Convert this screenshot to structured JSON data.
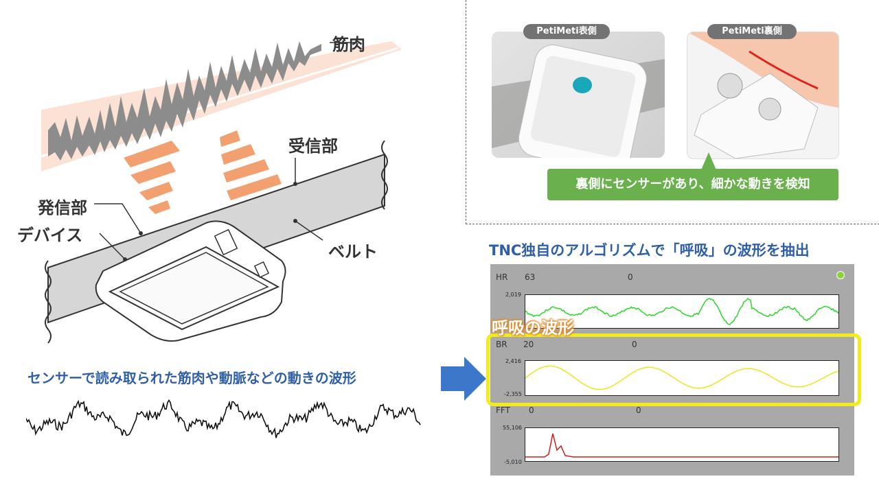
{
  "diagram": {
    "labels": {
      "muscle": "筋肉",
      "receiver": "受信部",
      "transmitter": "発信部",
      "device": "デバイス",
      "belt": "ベルト"
    },
    "waveform_caption": "センサーで読み取られた筋肉や動脈などの動きの波形"
  },
  "photos": {
    "front_label": "PetiMeti表側",
    "back_label": "PetiMeti裏側",
    "callout": "裏側にセンサーがあり、細かな動きを検知"
  },
  "monitor": {
    "title": "TNC独自のアルゴリズムで「呼吸」の波形を抽出",
    "highlight_label": "呼吸の波形",
    "hr": {
      "name": "HR",
      "value": "63",
      "value2": "0",
      "ymax": "2,019",
      "color": "#2bd62b"
    },
    "br": {
      "name": "BR",
      "value": "20",
      "value2": "0",
      "ymax": "2,416",
      "ymin": "-2,355",
      "color": "#e8e81a"
    },
    "fft": {
      "name": "FFT",
      "value": "0",
      "value2": "0",
      "ymax": "55,106",
      "ymin": "-5,010",
      "color": "#d11a1a"
    },
    "status_color": "#8bd13a",
    "highlight_color": "#f2ec1c"
  },
  "colors": {
    "caption_blue": "#2f5fa8",
    "arrow_blue": "#3d77c9",
    "skin": "#f9d6c4",
    "wave_orange": "#f3a070"
  }
}
